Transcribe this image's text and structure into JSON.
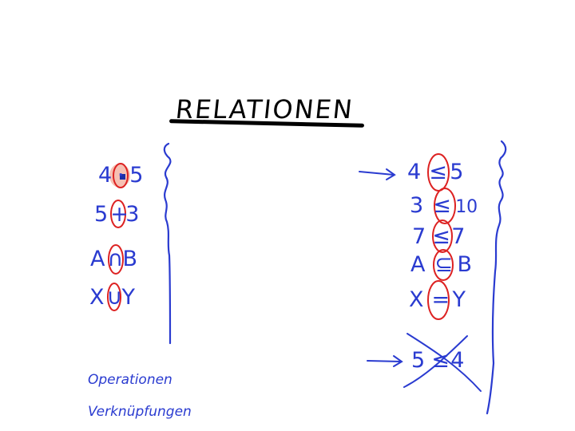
{
  "title": "RELATIONEN",
  "colors": {
    "ink": "#2a3bd0",
    "mark": "#dd2222",
    "title": "#000000",
    "highlight": "#f4b0a0",
    "cursor": "#1a2ea8"
  },
  "left_rows": [
    {
      "a": "4",
      "op": "·",
      "b": "5"
    },
    {
      "a": "5",
      "op": "+",
      "b": "3"
    },
    {
      "a": "A",
      "op": "∩",
      "b": "B"
    },
    {
      "a": "X",
      "op": "∪",
      "b": "Y"
    }
  ],
  "right_rows": [
    {
      "a": "4",
      "op": "≤",
      "b": "5"
    },
    {
      "a": "3",
      "op": "≤",
      "b": "10"
    },
    {
      "a": "7",
      "op": "≤",
      "b": "7"
    },
    {
      "a": "A",
      "op": "⊆",
      "b": "B"
    },
    {
      "a": "X",
      "op": "=",
      "b": "Y"
    }
  ],
  "crossed_row": {
    "a": "5",
    "op": "≤",
    "b": "4"
  },
  "words": {
    "operations": "Operationen",
    "links": "Verknüpfungen"
  }
}
